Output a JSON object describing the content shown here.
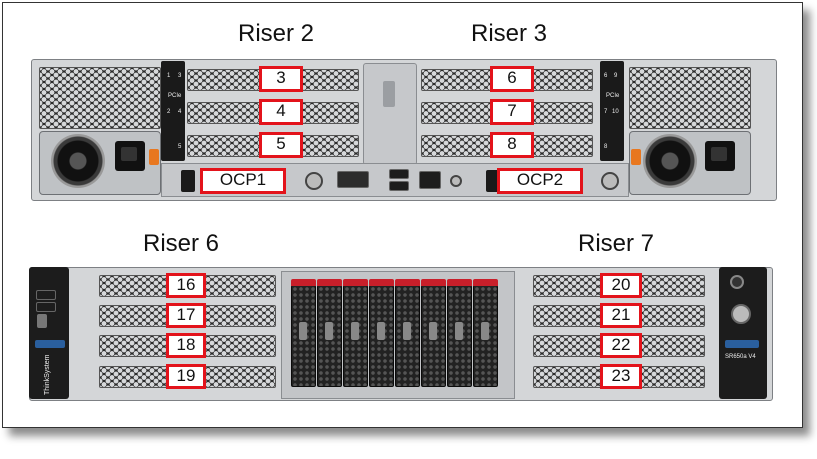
{
  "riser_labels": [
    "Riser 2",
    "Riser 3",
    "Riser 6",
    "Riser 7"
  ],
  "rear_slots": [
    "3",
    "4",
    "5",
    "6",
    "7",
    "8"
  ],
  "ocp_slots": [
    "OCP1",
    "OCP2"
  ],
  "front_slots": [
    "16",
    "17",
    "18",
    "19",
    "20",
    "21",
    "22",
    "23"
  ],
  "label_color": "#e3131b",
  "side_text": {
    "brand": "ThinkSystem",
    "model": "SR650a V4",
    "pcie": "PCIe",
    "rear_left_numbers": [
      "1",
      "3",
      "2",
      "4",
      "5"
    ],
    "rear_right_numbers": [
      "6",
      "9",
      "7",
      "10",
      "8"
    ]
  }
}
